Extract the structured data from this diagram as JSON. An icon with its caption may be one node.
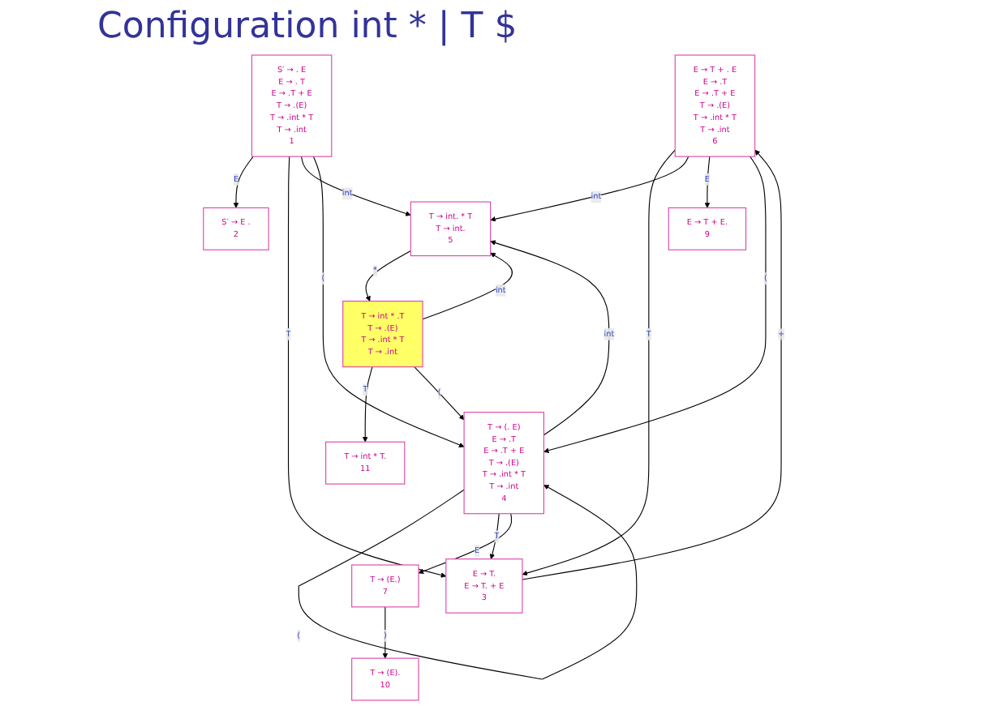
{
  "diagram": {
    "title": "Configuration int * | T $",
    "nodes": [
      {
        "text": [
          "E → T + . E",
          "E → .T",
          "E → .T + E",
          "T → .(E)",
          "T → .int * T",
          "T → .int",
          "6"
        ]
      },
      {
        "text": [
          "E → T + E.",
          "9"
        ]
      },
      {
        "text": [
          "S′ → E .",
          "2"
        ]
      },
      {
        "text": [
          "E → T.",
          "E → T. + E",
          "3"
        ]
      },
      {
        "text": [
          "T → int. * T",
          "T → int.",
          "5"
        ]
      },
      {
        "text": [
          "S′ → . E",
          "E → . T",
          "E → .T + E",
          "T → .(E)",
          "T → .int * T",
          "T → .int",
          "1"
        ]
      },
      {
        "text": [
          "T → (. E)",
          "E → .T",
          "E → .T + E",
          "T → .(E)",
          "T → .int * T",
          "T → .int",
          "4"
        ]
      },
      {
        "text": [
          "T → int * T.",
          "11"
        ]
      },
      {
        "text": [
          "T → int * .T",
          "T → .(E)",
          "T → .int * T",
          "T → .int"
        ]
      },
      {
        "text": [
          "T → (E.)",
          "7"
        ]
      },
      {
        "text": [
          "T → (E).",
          "10"
        ]
      }
    ],
    "edges": [
      {
        "from": 5,
        "to": 2,
        "label": "E",
        "arrow": "to"
      },
      {
        "from": 5,
        "to": 3,
        "label": "T",
        "arrow": "to"
      },
      {
        "from": 5,
        "to": 4,
        "label": "int",
        "arrow": "to"
      },
      {
        "from": 5,
        "to": 6,
        "label": "(",
        "arrow": "to"
      },
      {
        "from": 0,
        "to": 3,
        "label": "T",
        "arrow": "to"
      },
      {
        "from": 3,
        "to": 0,
        "label": "+",
        "arrow": "to"
      },
      {
        "from": 0,
        "to": 4,
        "label": "int",
        "arrow": "to"
      },
      {
        "from": 0,
        "to": 1,
        "label": "E",
        "arrow": "to"
      },
      {
        "from": 0,
        "to": 6,
        "label": "(",
        "arrow": "to"
      },
      {
        "from": 6,
        "to": 6,
        "label": "(",
        "arrow": "to"
      },
      {
        "from": 6,
        "to": 3,
        "label": "T",
        "arrow": "to"
      },
      {
        "from": 6,
        "to": 4,
        "label": "int",
        "arrow": "to"
      },
      {
        "from": 6,
        "to": 9,
        "label": "E",
        "arrow": "to"
      },
      {
        "from": 9,
        "to": 10,
        "label": ")",
        "arrow": "to"
      },
      {
        "from": 4,
        "to": 8,
        "label": "*",
        "arrow": "to"
      },
      {
        "from": 8,
        "to": 4,
        "label": "int",
        "arrow": "to"
      },
      {
        "from": 8,
        "to": 7,
        "label": "T",
        "arrow": "to"
      },
      {
        "from": 8,
        "to": 6,
        "label": "(",
        "arrow": "to"
      }
    ]
  }
}
